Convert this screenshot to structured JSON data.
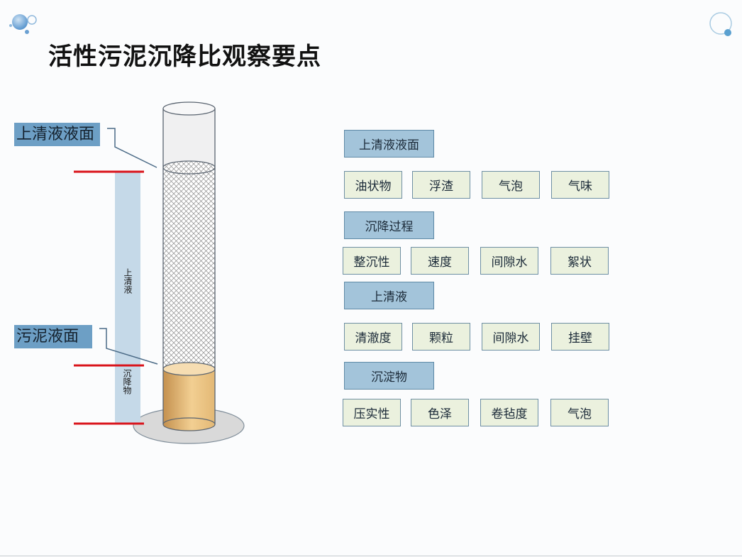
{
  "slide": {
    "title": "活性污泥沉降比观察要点"
  },
  "diagram": {
    "supernatant_surface_label": "上清液液面",
    "sludge_surface_label": "污泥液面",
    "supernatant_zone_label": "上清液",
    "sediment_zone_label": "沉降物",
    "icons": [
      "bubble-decoration-icon",
      "ring-decoration-icon",
      "graduated-cylinder-icon"
    ]
  },
  "groups": [
    {
      "header": "上清液液面",
      "items": [
        "油状物",
        "浮渣",
        "气泡",
        "气味"
      ]
    },
    {
      "header": "沉降过程",
      "items": [
        "整沉性",
        "速度",
        "间隙水",
        "絮状"
      ]
    },
    {
      "header": "上清液",
      "items": [
        "清澈度",
        "颗粒",
        "间隙水",
        "挂壁"
      ]
    },
    {
      "header": "沉淀物",
      "items": [
        "压实性",
        "色泽",
        "卷毡度",
        "气泡"
      ]
    }
  ],
  "colors": {
    "header_fill": "#a3c4da",
    "item_fill": "#ebf1de",
    "callout_fill": "#6d9fc5",
    "marker_red": "#d9141b",
    "zone_bar": "#c5d9e8",
    "sludge": "#e9c07f"
  }
}
